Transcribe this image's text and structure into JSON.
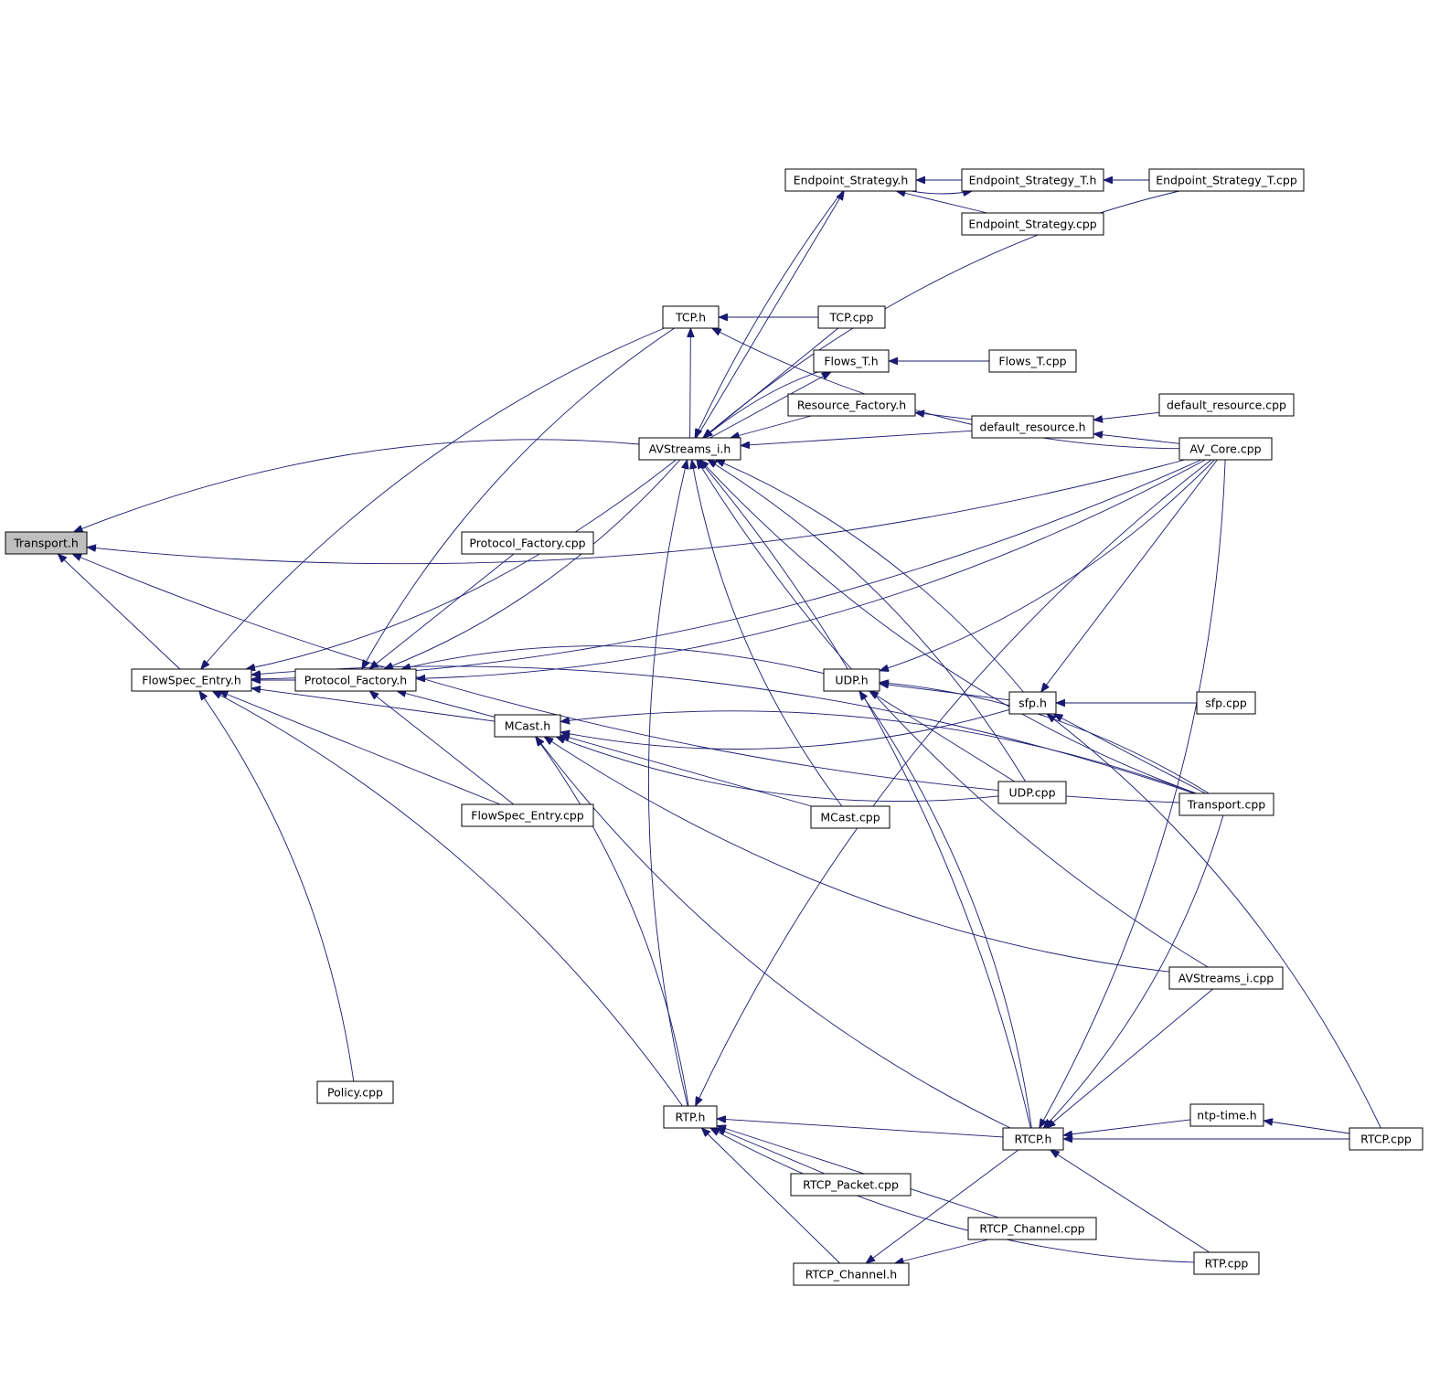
{
  "colors": {
    "edge": "#191970",
    "node_border": "#000000",
    "root_fill": "#bfbfbf",
    "background": "#ffffff"
  },
  "nodes": {
    "transport_h": "Transport.h",
    "flowspec_entry_h": "FlowSpec_Entry.h",
    "protocol_factory_h": "Protocol_Factory.h",
    "protocol_factory_cpp": "Protocol_Factory.cpp",
    "flowspec_entry_cpp": "FlowSpec_Entry.cpp",
    "policy_cpp": "Policy.cpp",
    "mcast_h": "MCast.h",
    "tcp_h": "TCP.h",
    "avstreams_i_h": "AVStreams_i.h",
    "endpoint_strategy_h": "Endpoint_Strategy.h",
    "endpoint_strategy_t_h": "Endpoint_Strategy_T.h",
    "endpoint_strategy_t_cpp": "Endpoint_Strategy_T.cpp",
    "endpoint_strategy_cpp": "Endpoint_Strategy.cpp",
    "tcp_cpp": "TCP.cpp",
    "flows_t_h": "Flows_T.h",
    "flows_t_cpp": "Flows_T.cpp",
    "resource_factory_h": "Resource_Factory.h",
    "default_resource_h": "default_resource.h",
    "default_resource_cpp": "default_resource.cpp",
    "av_core_cpp": "AV_Core.cpp",
    "udp_h": "UDP.h",
    "sfp_h": "sfp.h",
    "sfp_cpp": "sfp.cpp",
    "udp_cpp": "UDP.cpp",
    "mcast_cpp": "MCast.cpp",
    "transport_cpp": "Transport.cpp",
    "avstreams_i_cpp": "AVStreams_i.cpp",
    "rtp_h": "RTP.h",
    "rtcp_h": "RTCP.h",
    "ntp_time_h": "ntp-time.h",
    "rtcp_cpp": "RTCP.cpp",
    "rtcp_packet_cpp": "RTCP_Packet.cpp",
    "rtcp_channel_cpp": "RTCP_Channel.cpp",
    "rtcp_channel_h": "RTCP_Channel.h",
    "rtp_cpp": "RTP.cpp"
  },
  "edges": [
    [
      "flowspec_entry_h",
      "transport_h"
    ],
    [
      "transport_cpp",
      "transport_h"
    ],
    [
      "avstreams_i_h",
      "transport_h"
    ],
    [
      "av_core_cpp",
      "transport_h"
    ],
    [
      "protocol_factory_h",
      "flowspec_entry_h"
    ],
    [
      "flowspec_entry_cpp",
      "flowspec_entry_h"
    ],
    [
      "policy_cpp",
      "flowspec_entry_h"
    ],
    [
      "mcast_h",
      "flowspec_entry_h"
    ],
    [
      "tcp_h",
      "flowspec_entry_h"
    ],
    [
      "avstreams_i_h",
      "flowspec_entry_h"
    ],
    [
      "rtp_h",
      "flowspec_entry_h"
    ],
    [
      "av_core_cpp",
      "flowspec_entry_h"
    ],
    [
      "transport_cpp",
      "flowspec_entry_h"
    ],
    [
      "protocol_factory_cpp",
      "protocol_factory_h"
    ],
    [
      "flowspec_entry_cpp",
      "protocol_factory_h"
    ],
    [
      "mcast_h",
      "protocol_factory_h"
    ],
    [
      "udp_h",
      "protocol_factory_h"
    ],
    [
      "avstreams_i_h",
      "protocol_factory_h"
    ],
    [
      "tcp_h",
      "protocol_factory_h"
    ],
    [
      "av_core_cpp",
      "protocol_factory_h"
    ],
    [
      "tcp_cpp",
      "tcp_h"
    ],
    [
      "av_core_cpp",
      "tcp_h"
    ],
    [
      "avstreams_i_h",
      "tcp_h"
    ],
    [
      "endpoint_strategy_t_h",
      "endpoint_strategy_h"
    ],
    [
      "endpoint_strategy_cpp",
      "endpoint_strategy_h"
    ],
    [
      "endpoint_strategy_h",
      "endpoint_strategy_t_h"
    ],
    [
      "endpoint_strategy_t_cpp",
      "endpoint_strategy_t_h"
    ],
    [
      "avstreams_i_h",
      "endpoint_strategy_h"
    ],
    [
      "flows_t_cpp",
      "flows_t_h"
    ],
    [
      "avstreams_i_h",
      "flows_t_h"
    ],
    [
      "default_resource_h",
      "resource_factory_h"
    ],
    [
      "default_resource_cpp",
      "default_resource_h"
    ],
    [
      "av_core_cpp",
      "default_resource_h"
    ],
    [
      "default_resource_h",
      "avstreams_i_h"
    ],
    [
      "resource_factory_h",
      "avstreams_i_h"
    ],
    [
      "flows_t_h",
      "avstreams_i_h"
    ],
    [
      "tcp_cpp",
      "avstreams_i_h"
    ],
    [
      "endpoint_strategy_h",
      "avstreams_i_h"
    ],
    [
      "endpoint_strategy_t_cpp",
      "avstreams_i_h"
    ],
    [
      "transport_cpp",
      "avstreams_i_h"
    ],
    [
      "sfp_h",
      "avstreams_i_h"
    ],
    [
      "mcast_cpp",
      "avstreams_i_h"
    ],
    [
      "udp_cpp",
      "avstreams_i_h"
    ],
    [
      "avstreams_i_cpp",
      "avstreams_i_h"
    ],
    [
      "rtcp_h",
      "avstreams_i_h"
    ],
    [
      "rtp_h",
      "avstreams_i_h"
    ],
    [
      "sfp_h",
      "udp_h"
    ],
    [
      "udp_cpp",
      "udp_h"
    ],
    [
      "transport_cpp",
      "udp_h"
    ],
    [
      "av_core_cpp",
      "udp_h"
    ],
    [
      "rtcp_h",
      "udp_h"
    ],
    [
      "sfp_cpp",
      "sfp_h"
    ],
    [
      "transport_cpp",
      "sfp_h"
    ],
    [
      "av_core_cpp",
      "sfp_h"
    ],
    [
      "rtcp_cpp",
      "sfp_h"
    ],
    [
      "sfp_h",
      "mcast_h"
    ],
    [
      "mcast_cpp",
      "mcast_h"
    ],
    [
      "udp_cpp",
      "mcast_h"
    ],
    [
      "transport_cpp",
      "mcast_h"
    ],
    [
      "avstreams_i_cpp",
      "mcast_h"
    ],
    [
      "rtp_h",
      "mcast_h"
    ],
    [
      "rtcp_h",
      "mcast_h"
    ],
    [
      "av_core_cpp",
      "rtp_h"
    ],
    [
      "rtcp_packet_cpp",
      "rtp_h"
    ],
    [
      "rtcp_channel_h",
      "rtp_h"
    ],
    [
      "rtcp_channel_cpp",
      "rtp_h"
    ],
    [
      "rtcp_h",
      "rtp_h"
    ],
    [
      "rtp_cpp",
      "rtp_h"
    ],
    [
      "ntp_time_h",
      "rtcp_h"
    ],
    [
      "rtcp_cpp",
      "rtcp_h"
    ],
    [
      "rtp_cpp",
      "rtcp_h"
    ],
    [
      "transport_cpp",
      "rtcp_h"
    ],
    [
      "avstreams_i_cpp",
      "rtcp_h"
    ],
    [
      "av_core_cpp",
      "rtcp_h"
    ],
    [
      "rtcp_cpp",
      "ntp_time_h"
    ],
    [
      "rtcp_h",
      "rtcp_channel_h"
    ],
    [
      "rtcp_channel_cpp",
      "rtcp_channel_h"
    ]
  ]
}
